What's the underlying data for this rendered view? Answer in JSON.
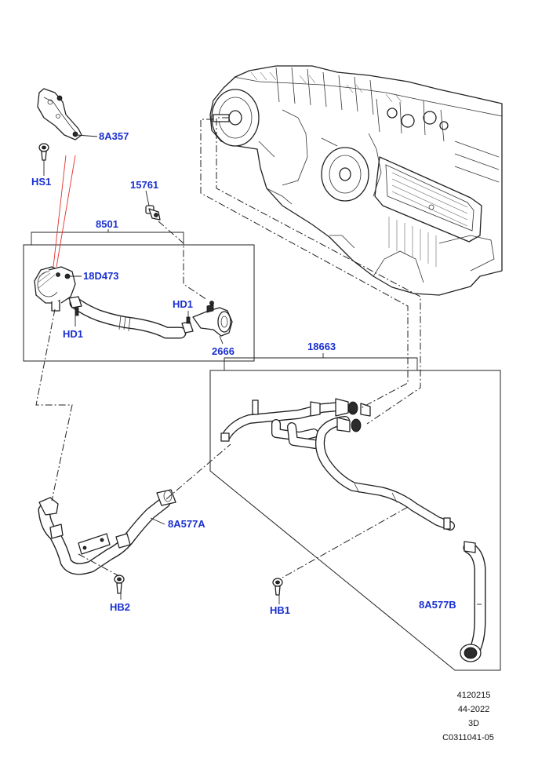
{
  "callouts": {
    "bracket": "8A357",
    "bracket_screw": "HS1",
    "sensor": "15761",
    "pump_kit": "8501",
    "pump_nut": "18D473",
    "clip_left": "HD1",
    "clip_right": "HD1",
    "connector": "2666",
    "pipe_assembly": "18663",
    "hose_a": "8A577A",
    "bolt_b2": "HB2",
    "bolt_b1": "HB1",
    "hose_b": "8A577B"
  },
  "reference": {
    "number": "4120215",
    "date": "44-2022",
    "view": "3D",
    "code": "C0311041-05"
  },
  "colors": {
    "callout": "#1a2fd0",
    "line": "#222222",
    "leader_red": "#e0302a"
  }
}
